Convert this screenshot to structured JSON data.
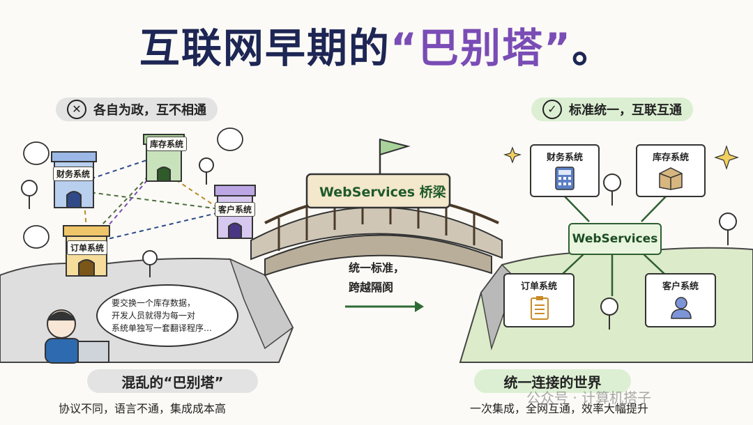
{
  "title": {
    "main": "互联网早期的",
    "quoted": "“巴别塔”",
    "end": "。"
  },
  "left": {
    "header": "各自为政，互不相通",
    "header_icon": "x-circle-icon",
    "towers": [
      "财务系统",
      "库存系统",
      "客户系统",
      "订单系统"
    ],
    "bubble": [
      "要交换一个库存数据，",
      "开发人员就得为每一对",
      "系统单独写一套翻译程序…"
    ],
    "caption": "混乱的“巴别塔”",
    "subcaption": "协议不同，语言不通，集成成本高"
  },
  "bridge": {
    "sign": "WebServices 桥梁",
    "note_line1": "统一标准，",
    "note_line2": "跨越隔阂"
  },
  "right": {
    "header": "标准统一，互联互通",
    "header_icon": "check-circle-icon",
    "hub": "WebServices",
    "systems": [
      "财务系统",
      "库存系统",
      "订单系统",
      "客户系统"
    ],
    "caption": "统一连接的世界",
    "subcaption": "一次集成，全网互通，效率大幅提升"
  },
  "watermark": "公众号 · 计算机搭子",
  "colors": {
    "title": "#1d2654",
    "accent": "#7a4cb5",
    "green": "#2e5f31"
  }
}
